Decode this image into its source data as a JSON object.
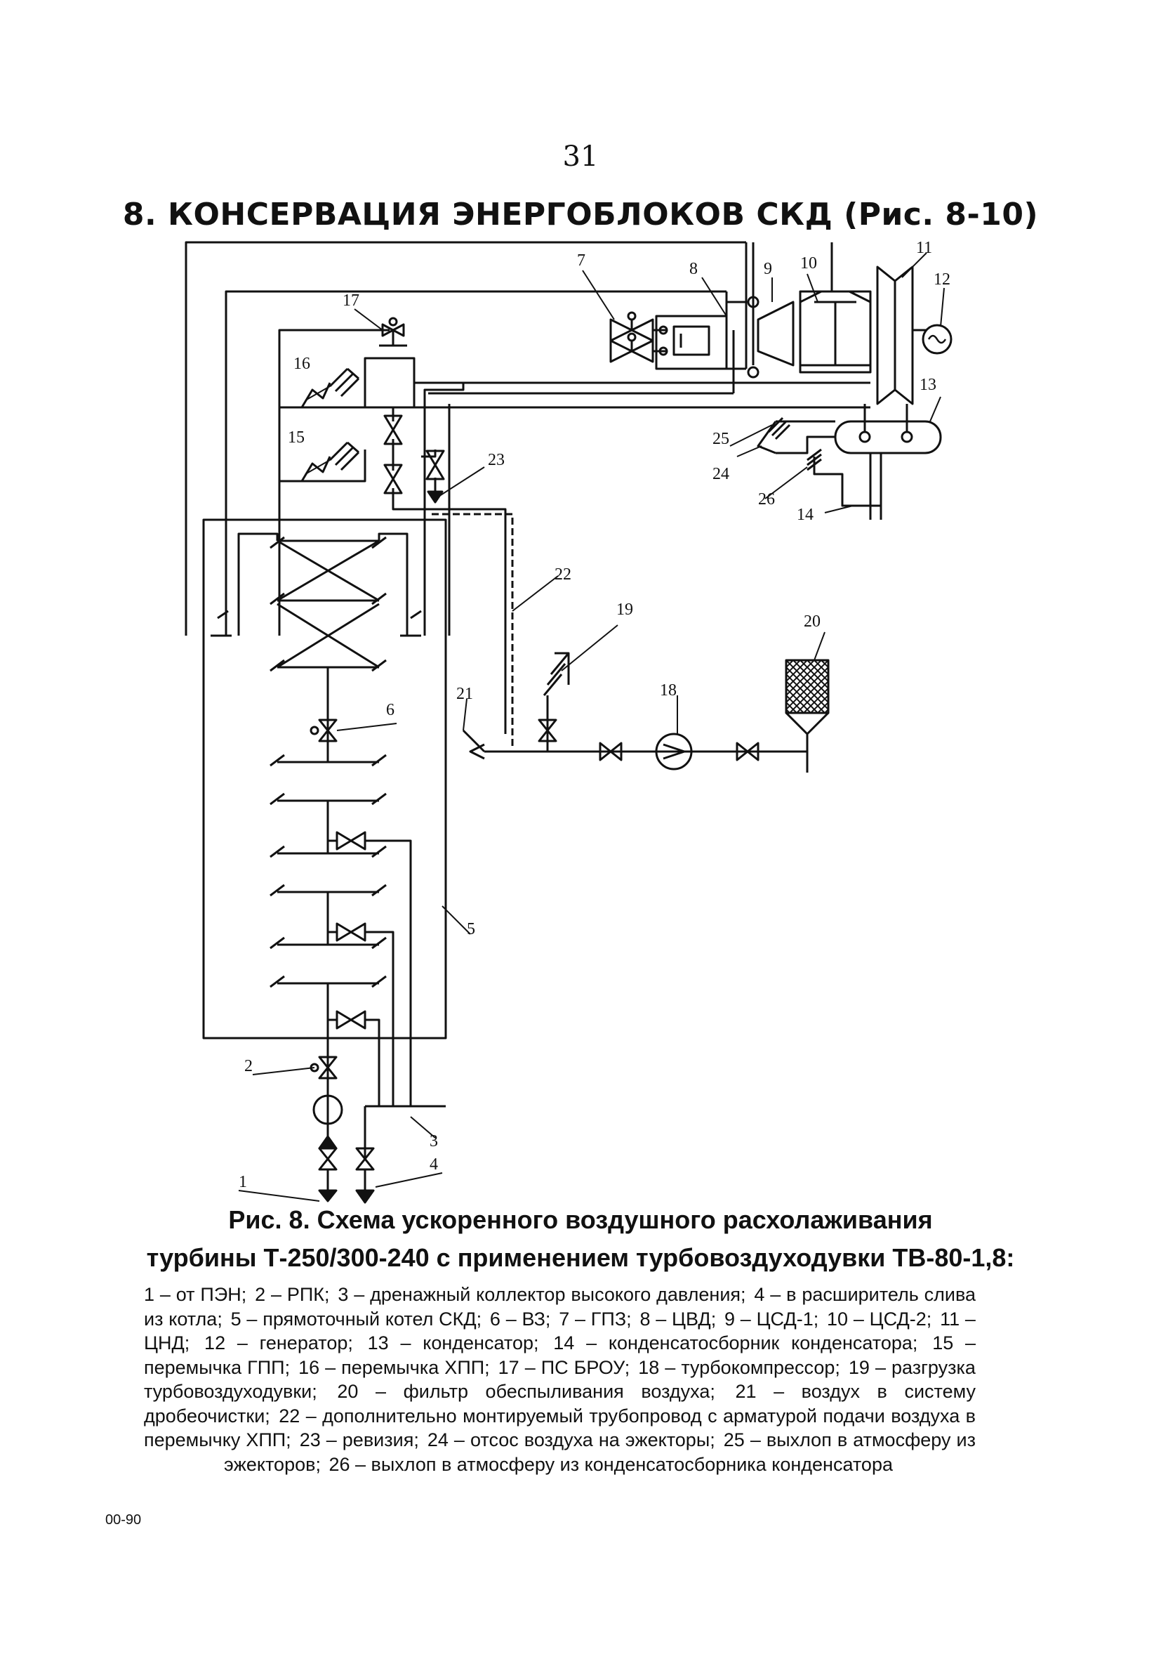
{
  "page_number": "31",
  "section_title": "8. КОНСЕРВАЦИЯ ЭНЕРГОБЛОКОВ СКД (Рис. 8-10)",
  "diagram": {
    "callouts": [
      "1",
      "2",
      "3",
      "4",
      "5",
      "6",
      "7",
      "8",
      "9",
      "10",
      "11",
      "12",
      "13",
      "14",
      "15",
      "16",
      "17",
      "18",
      "19",
      "20",
      "21",
      "22",
      "23",
      "24",
      "25",
      "26"
    ]
  },
  "caption": {
    "title_line1": "Рис. 8. Схема ускоренного воздушного расхолаживания",
    "title_line2": "турбины Т-250/300-240 с применением турбовоздуходувки ТВ-80-1,8:",
    "legend": [
      "1 – от ПЭН;",
      "2 – РПК;",
      "3 – дренажный коллектор высокого давления;",
      "4 – в расширитель слива из котла;",
      "5 – прямоточный котел СКД;",
      "6 – ВЗ;",
      "7 – ГПЗ;",
      "8 – ЦВД;",
      "9 – ЦСД-1;",
      "10 – ЦСД-2;",
      "11 – ЦНД;",
      "12 – генератор;",
      "13 – конденсатор;",
      "14 – конденсатосборник конденсатора;",
      "15 – перемычка ГПП;",
      "16 – перемычка ХПП;",
      "17 – ПС БРОУ;",
      "18 – турбокомпрессор;",
      "19 – разгрузка турбовоздуходувки;",
      "20 – фильтр обеспыливания воздуха;",
      "21 – воздух в систему дробеочистки;",
      "22 – дополнительно монтируемый трубопровод с арматурой подачи воздуха в перемычку ХПП;",
      "23 – ревизия;",
      "24 – отсос воздуха на эжекторы;",
      "25 – выхлоп в атмосферу из эжекторов;",
      "26 – выхлоп в атмосферу из конденсатосборника конденсатора"
    ]
  },
  "doc_code": "00-90"
}
